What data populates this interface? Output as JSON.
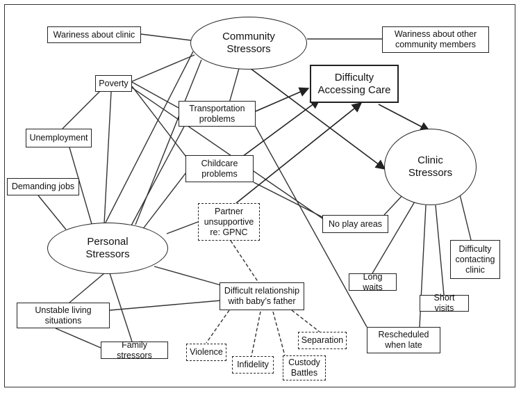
{
  "nodes": {
    "community": "Community\nStressors",
    "personal": "Personal\nStressors",
    "clinic": "Clinic\nStressors",
    "access": "Difficulty\nAccessing Care",
    "wariness_clinic": "Wariness about clinic",
    "wariness_community": "Wariness about other\ncommunity members",
    "poverty": "Poverty",
    "unemployment": "Unemployment",
    "demanding_jobs": "Demanding jobs",
    "transportation": "Transportation\nproblems",
    "childcare": "Childcare\nproblems",
    "partner": "Partner\nunsupportive\nre: GPNC",
    "no_play": "No play areas",
    "difficult_rel": "Difficult relationship\nwith baby’s father",
    "unstable": "Unstable living\nsituations",
    "family": "Family stressors",
    "violence": "Violence",
    "infidelity": "Infidelity",
    "custody": "Custody\nBattles",
    "separation": "Separation",
    "long_waits": "Long waits",
    "short_visits": "Short visits",
    "rescheduled": "Rescheduled\nwhen late",
    "difficulty_contacting": "Difficulty\ncontacting\nclinic"
  }
}
